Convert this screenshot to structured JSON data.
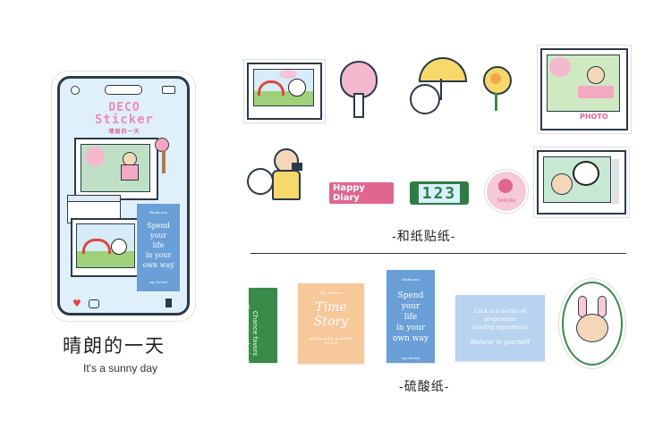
{
  "product": {
    "title_cn": "晴朗的一天",
    "title_en": "It's a sunny day",
    "phone_title_line1": "DECO",
    "phone_title_line2": "Sticker",
    "phone_subtitle": "晴朗的一天"
  },
  "sections": {
    "washi_label": "-和纸贴纸-",
    "vellum_label": "-硫酸纸-"
  },
  "washi_stickers": {
    "photo_label": "PHOTO",
    "happy_diary": "Happy Diary",
    "number_tag": "123",
    "sakura_badge": "SAKURA"
  },
  "vellum_cards": {
    "green_card_line1": "Chance favors",
    "green_card_line2": "the prepared mind",
    "peach_card_top": "The Dearest",
    "peach_card_script_1": "Time",
    "peach_card_script_2": "Story",
    "peach_card_small": "unforgettable memories",
    "peach_card_small2": "for you",
    "blue_card_top": "thank you",
    "blue_card_text": [
      "Spend",
      "your",
      "life",
      "in your",
      "own way"
    ],
    "blue_card_bottom": "my friend",
    "light_card_text": [
      "Luck is a matter of",
      "preparation",
      "meeting opportunity"
    ],
    "light_card_sign": "Believe in yourself"
  },
  "colors": {
    "pink": "#f3a9c2",
    "green": "#3a8a4a",
    "blue": "#6a9fd8",
    "peach": "#f7c89a",
    "light_blue": "#b7d3ef",
    "outline": "#2b3a4a"
  }
}
